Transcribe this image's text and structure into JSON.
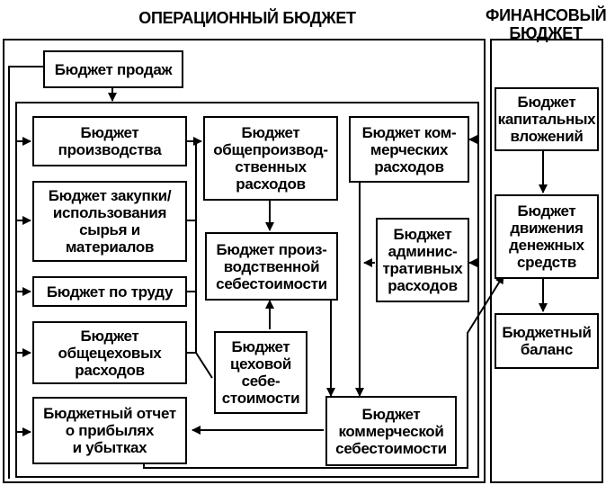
{
  "headers": {
    "operational": "ОПЕРАЦИОННЫЙ БЮДЖЕТ",
    "financial": "ФИНАНСОВЫЙ\nБЮДЖЕТ"
  },
  "boxes": {
    "sales": "Бюджет продаж",
    "production": "Бюджет\nпроизводства",
    "purchases": "Бюджет закупки/\nиспользования\nсырья и\nматериалов",
    "labor": "Бюджет по труду",
    "shop_overhead": "Бюджет\nобщецеховых\nрасходов",
    "general_overhead": "Бюджет\nобщепроизвод-\nственных\nрасходов",
    "production_cost": "Бюджет произ-\nводственной\nсебестоимости",
    "shop_cost": "Бюджет\nцеховой\nсебе-\nстоимости",
    "commercial_expenses": "Бюджет ком-\nмерческих\nрасходов",
    "admin_expenses": "Бюджет\nадминис-\nтративных\nрасходов",
    "commercial_cost": "Бюджет\nкоммерческой\nсебестоимости",
    "income_statement": "Бюджетный отчет\nо прибылях\nи убытках",
    "capital": "Бюджет\nкапитальных\nвложений",
    "cash_flow": "Бюджет\nдвижения\nденежных\nсредств",
    "balance": "Бюджетный\nбаланс"
  }
}
